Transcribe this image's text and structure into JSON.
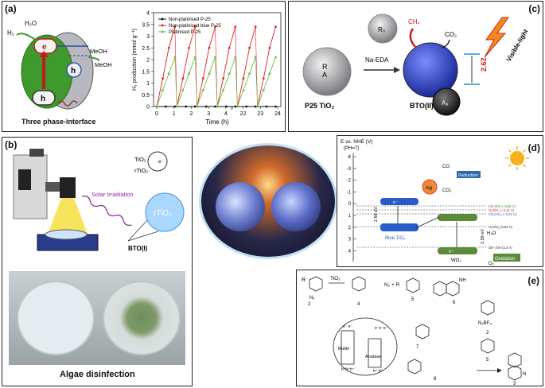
{
  "panels": {
    "a": {
      "label": "(a)",
      "caption": "Three phase-interface",
      "species": {
        "h2": "H₂",
        "h2o": "H₂O",
        "meoh_rad": "MeOH·",
        "meoh": "MeOH",
        "e": "e",
        "h1": "h",
        "h2lbl": "h"
      },
      "chart_data": {
        "type": "line",
        "xlabel": "Time (h)",
        "ylabel": "H₂ production (mmol g⁻¹)",
        "xticks": [
          "0",
          "1",
          "2",
          "3",
          "4",
          "22",
          "23",
          "24"
        ],
        "yticks": [
          "0",
          "0.5",
          "1",
          "1.5",
          "2",
          "2.5",
          "3",
          "3.5",
          "4"
        ],
        "ylim": [
          0,
          4
        ],
        "legend_position": "top",
        "colors": {
          "non_plat": "#111111",
          "blue": "#e32222",
          "plat": "#6cc04a"
        },
        "series": [
          {
            "name": "Non-platinised P-25",
            "cycles": [
              [
                0,
                0,
                0
              ],
              [
                0,
                0,
                0
              ],
              [
                0,
                0,
                0
              ],
              [
                0,
                0,
                0
              ],
              [
                0,
                0,
                0
              ],
              [
                0,
                0,
                0
              ]
            ]
          },
          {
            "name": "Non-platinised blue P-25",
            "cycles": [
              [
                0,
                1.2,
                2.5,
                3.4
              ],
              [
                0,
                1.2,
                2.5,
                3.4
              ],
              [
                0,
                1.2,
                2.5,
                3.4
              ],
              [
                0,
                1.2,
                2.5,
                3.4
              ],
              [
                0,
                1.2,
                2.5,
                3.4
              ],
              [
                0,
                1.2,
                2.5,
                3.4
              ]
            ]
          },
          {
            "name": "Platinised P-25",
            "cycles": [
              [
                0,
                0.7,
                1.4,
                2.1
              ],
              [
                0,
                0.7,
                1.4,
                2.1
              ],
              [
                0,
                0.7,
                1.4,
                2.1
              ],
              [
                0,
                0.7,
                1.4,
                2.1
              ],
              [
                0,
                0.7,
                1.4,
                2.1
              ],
              [
                0,
                0.7,
                1.4,
                2.1
              ]
            ]
          }
        ]
      }
    },
    "b": {
      "label": "(b)",
      "caption": "Algae disinfection",
      "solar": "Solar irradiation",
      "tio2": "TiO₂",
      "rtio2": "rTiO₂",
      "rtio2_big": "rTiO₂",
      "bto": "BTO(I)",
      "e": "e⁻"
    },
    "c": {
      "label": "(c)",
      "p25": "P25 TiO₂",
      "ra": "R\nA",
      "naeda": "Na-EDA",
      "bto": "BTO(II)",
      "ch4": "CH₄",
      "co2": "CO₂",
      "visible": "Visible-light",
      "gap": "2.62",
      "ro": "R₀",
      "ag": "A₉"
    },
    "d": {
      "label": "(d)",
      "axis_title": "E vs. NHE (V)",
      "ph": "(PH=7)",
      "ticks": [
        "-4",
        "-3",
        "-2",
        "-1",
        "0",
        "1",
        "2",
        "3",
        "4"
      ],
      "blue_tio2": "Blue TiO₂",
      "wo3": "WO₃",
      "ag": "Ag",
      "co": "CO",
      "co2": "CO₂",
      "reduction": "Reduction",
      "oxidation": "Oxidation",
      "h2o": "H₂O",
      "o2": "O₂",
      "gap1": "2.69 eV",
      "gap2": "2.59 eV",
      "levels": [
        "CO₂/CO (−0.52 V)",
        "H₂O/H₂ (−0.41 V)",
        "CO₂/CH₄ (−0.24 V)",
        "H₂O/O₂ (0.82 V)",
        "OH⁻/OH (2.3 V)"
      ],
      "e_lbl": "e⁻",
      "h_lbl": "h⁺"
    },
    "e": {
      "label": "(e)",
      "tio2": "TiO₂",
      "n2plus": "N₂",
      "n2r": "N₂ + R",
      "rutile": "Rutile",
      "anatase": "Anatase",
      "n2bf4": "N₂BF₄",
      "nums": [
        "2",
        "4",
        "5",
        "6",
        "7",
        "8",
        "2",
        "5",
        "3"
      ],
      "r": "R",
      "nh": "NH",
      "n": "N",
      "h": "H",
      "charges": [
        "e⁻ e⁻",
        "e⁻e⁻e⁻",
        "h⁺h⁺h⁺",
        "h⁺ h⁺"
      ]
    }
  }
}
